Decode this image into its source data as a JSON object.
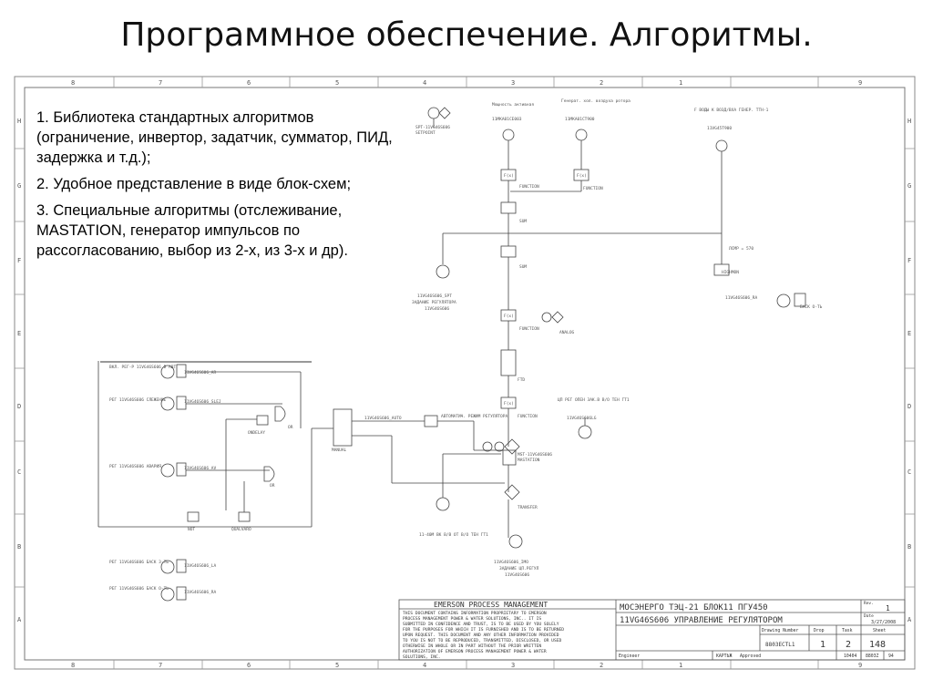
{
  "slide": {
    "title": "Программное обеспечение. Алгоритмы."
  },
  "bullets": [
    "1. Библиотека стандартных алгоритмов (ограничение, инвертор, задатчик, сумматор, ПИД, задержка и т.д.);",
    "2. Удобное представление в виде блок-схем;",
    "3. Специальные алгоритмы (отслеживание, MASTATION, генератор импульсов по рассогласованию, выбор из 2-х, из 3-х и др)."
  ],
  "drawing": {
    "ruler_numbers": [
      "8",
      "7",
      "6",
      "5",
      "4",
      "3",
      "2",
      "1",
      "9"
    ],
    "ruler_letters": [
      "H",
      "G",
      "F",
      "E",
      "D",
      "C",
      "B",
      "A"
    ],
    "title_block": {
      "company": "EMERSON PROCESS MANAGEMENT",
      "notice": [
        "THIS DOCUMENT CONTAINS INFORMATION PROPRIETARY TO EMERSON",
        "PROCESS MANAGEMENT POWER & WATER SOLUTIONS, INC.. IT IS",
        "SUBMITTED IN CONFIDENCE AND TRUST, IS TO BE USED BY YOU SOLELY",
        "FOR THE PURPOSES FOR WHICH IT IS FURNISHED AND IS TO BE RETURNED",
        "UPON REQUEST. THIS DOCUMENT AND ANY OTHER INFORMATION PROVIDED",
        "TO YOU IS NOT TO BE REPRODUCED, TRANSMITTED, DISCLOSED, OR USED",
        "OTHERWISE IN WHOLE OR IN PART WITHOUT THE PRIOR WRITTEN",
        "AUTHORIZATION OF EMERSON PROCESS MANAGEMENT POWER & WATER",
        "SOLUTIONS, INC."
      ],
      "project": "МОСЭНЕРГО ТЭЦ-21 БЛОК11 ПГУ450",
      "sheet_title": "11VG46S606 УПРАВЛЕНИЕ РЕГУЛЯТОРОМ",
      "rev_label": "Rev.",
      "rev_value": "1",
      "date_label": "Date",
      "date_value": "3/27/2008",
      "drawing_number_label": "Drawing Number",
      "drop_label": "Drop",
      "task_label": "Task",
      "sheet_label": "Sheet",
      "drawing_number": "8803ECTL1",
      "drop_value": "1",
      "task_value": "2",
      "sheet_value": "148",
      "engineer_label": "Engineer",
      "engineer_name": "КАРТЬЖ",
      "approved_label": "Approved",
      "footer_code_1": "10404",
      "footer_code_2": "8803Z",
      "footer_code_3": "94"
    },
    "labels": {
      "spt_tag": "SPT-11VG46S606",
      "setpoint": "SETPOINT",
      "power_active": "Мощность активная",
      "gen_temp": "Генерат. хол. воздуха ротора",
      "gen_freq": "F ВОДЫ К ВОЗД/ВХА ГЕНЕР. ТТН-1",
      "tag_1": "11MKA01CE003",
      "tag_2": "11MKA01CT900",
      "tag_3": "11VG45T900",
      "f_x": "F(x)",
      "function": "FUNCTION",
      "sum": "SUM",
      "spt_small": "11VG46S606_SPT",
      "sp_zadanie": "ЗАДАНИЕ РЕГУЛЯТОРА",
      "sp_tag_small": "11VG46S606",
      "limit_value": "ЛСМР = 570",
      "hi_lo": "HIGHMON",
      "ra_tag": "11VG46S606_RA",
      "ra_desc": "БАСК О-ТЬ",
      "analog": "ANALOG",
      "ftd": "FTD",
      "ar_tag": "11VG46S606_AR",
      "vkl_reg": "ВКЛ. РЕГ-Р 11VG46S606 В АВТ",
      "sled_tag": "11VG46S606_SLEJ",
      "rg_sled": "РЕГ 11VG46S606 СЛЕЖЕНИЕ",
      "avar_tag": "11VG46S606_AV",
      "avar_desc": "РЕГ 11VG46S606 АВАРИЯ",
      "la_tag": "11VG46S606_LA",
      "rg_bask_3": "РЕГ 11VG46S606 БАСК 3-ТЬ",
      "ra2_tag": "11VG46S606_RA",
      "rg_bask_o": "РЕГ 11VG46S606 БАСК О-ТЬ",
      "or": "OR",
      "ondelay": "ONDELAY",
      "not": "NOT",
      "qualvaro": "QUALVARO",
      "manual": "MANUAL",
      "auto_tag": "11VG46S606_AUTO",
      "avtomat": "АВТОМАТИЧ. РЕЖИМ РЕГУЛЯТОРА",
      "mastation": "MASTATION",
      "mst_tag": "MST-11VG46S606",
      "ftch": "ЦП РЕГ ОПЕН ЗАК.В В/О ТЕН ГТ1",
      "ftch_tag": "11VG46S606LG",
      "transfer": "TRANSFER",
      "out_val": "11-40М ВК В/В ОТ В/О ТЕН ГТ1",
      "imo_tag": "11VG46S606_IMO",
      "imo_desc": "ЗАДАНИЕ ЦП.РЕГУЛ",
      "imo_tag2": "11VG46S606"
    }
  }
}
